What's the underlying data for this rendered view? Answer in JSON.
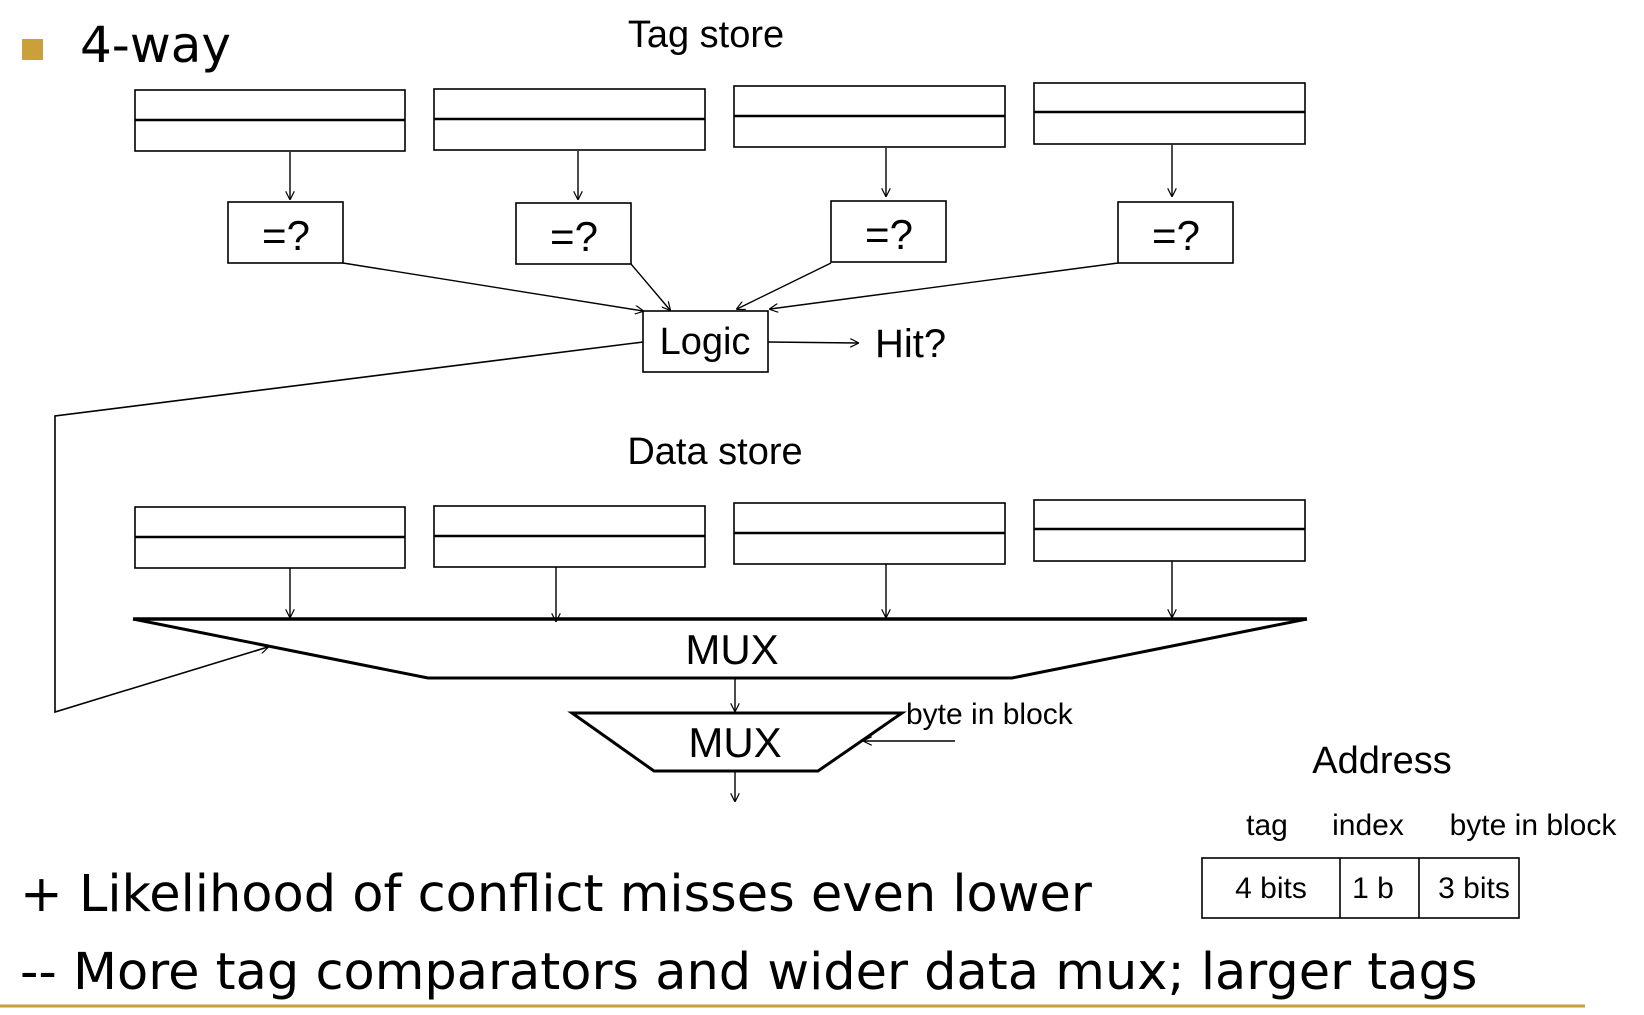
{
  "slide": {
    "bullet_color": "#C9A03A",
    "rule_color": "#C9A03A",
    "heading": "4-way",
    "pros": "+ Likelihood of conflict misses even lower",
    "cons": "-- More tag comparators and wider data mux; larger tags"
  },
  "diagram": {
    "tag_store_label": "Tag store",
    "data_store_label": "Data store",
    "comparator_label": "=?",
    "logic_label": "Logic",
    "hit_label": "Hit?",
    "mux1_label": "MUX",
    "mux2_label": "MUX",
    "byte_in_block_input": "byte in block",
    "ways": 4
  },
  "address": {
    "title": "Address",
    "fields": [
      {
        "name": "tag",
        "width": "4 bits"
      },
      {
        "name": "index",
        "width": "1 b"
      },
      {
        "name": "byte in block",
        "width": "3 bits"
      }
    ]
  }
}
